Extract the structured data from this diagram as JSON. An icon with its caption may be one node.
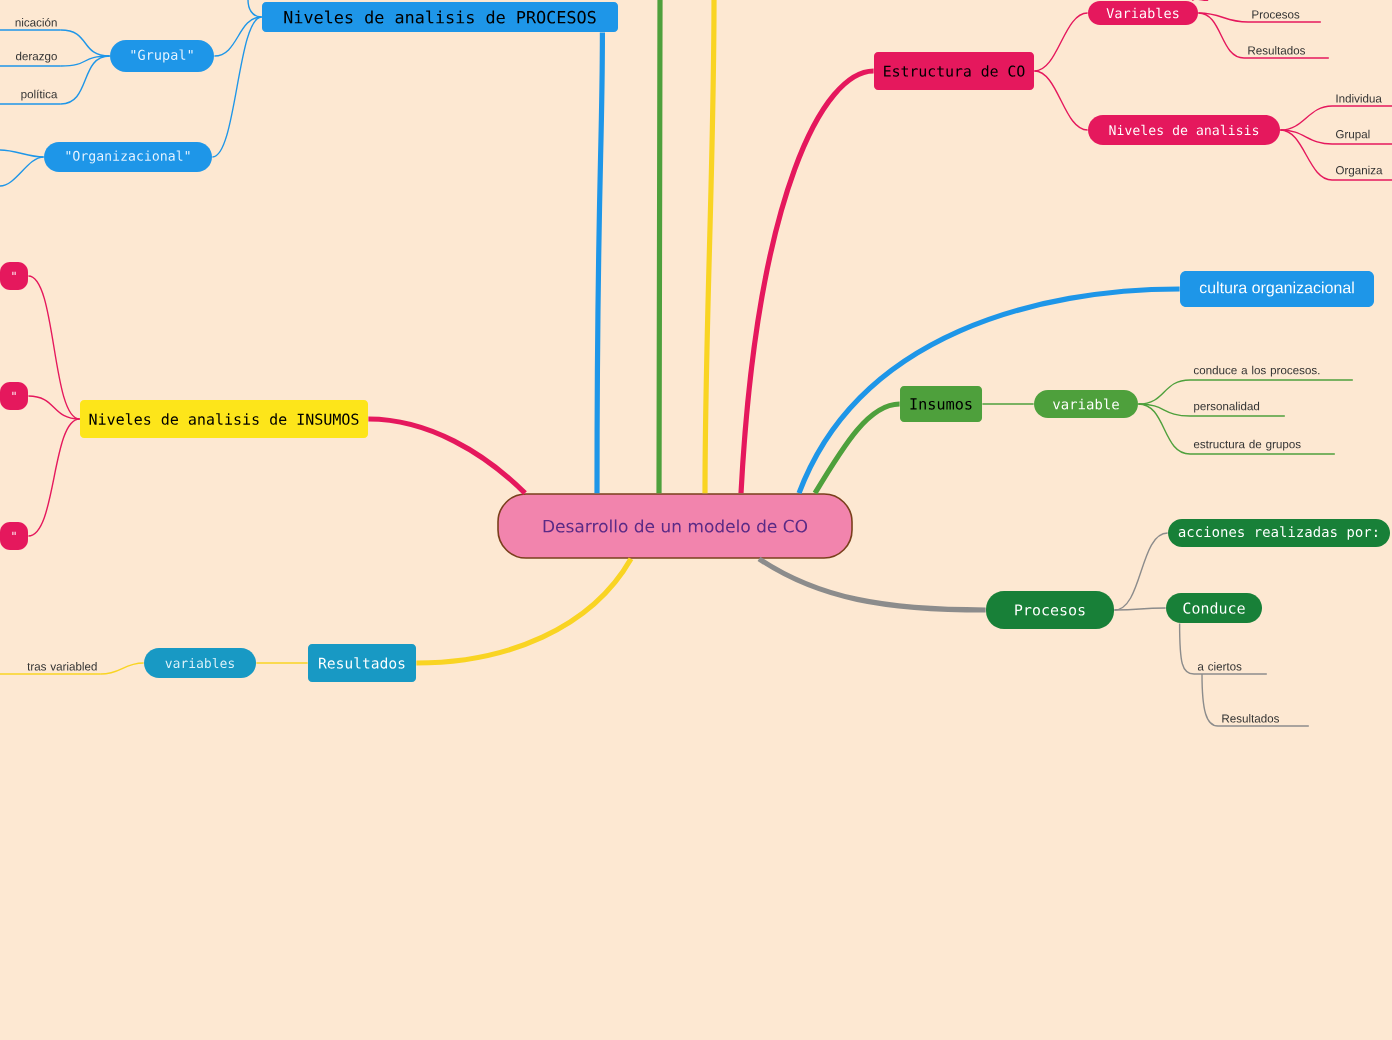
{
  "diagram": {
    "nodes": [
      {
        "text": [
          "Desarrollo de un modelo de CO"
        ]
      },
      {
        "text": [
          "Niveles de analisis de PROCESOS"
        ]
      },
      {
        "text": [
          "\"Grupal\""
        ]
      },
      {
        "text": [
          "nicación"
        ]
      },
      {
        "text": [
          "derazgo"
        ]
      },
      {
        "text": [
          "política"
        ]
      },
      {
        "text": [
          "\"Organizacional\""
        ]
      },
      {
        "text": [
          "Niveles de analisis de INSUMOS"
        ]
      },
      {
        "text": [
          "\""
        ]
      },
      {
        "text": [
          "\""
        ]
      },
      {
        "text": [
          "\""
        ]
      },
      {
        "text": [
          "Resultados"
        ]
      },
      {
        "text": [
          "variables"
        ]
      },
      {
        "text": [
          "tras variabled"
        ]
      },
      {
        "text": [
          "Estructura de CO"
        ]
      },
      {
        "text": [
          "Variables"
        ]
      },
      {
        "text": [
          "Procesos"
        ]
      },
      {
        "text": [
          "Resultados"
        ]
      },
      {
        "text": [
          "Niveles de analisis"
        ]
      },
      {
        "text": [
          "Individua"
        ]
      },
      {
        "text": [
          "Grupal"
        ]
      },
      {
        "text": [
          "Organiza"
        ]
      },
      {
        "text": [
          "cultura organizacional"
        ]
      },
      {
        "text": [
          "Insumos"
        ]
      },
      {
        "text": [
          "variable"
        ]
      },
      {
        "text": [
          "conduce a los procesos."
        ]
      },
      {
        "text": [
          "personalidad"
        ]
      },
      {
        "text": [
          "estructura de grupos"
        ]
      },
      {
        "text": [
          "Procesos"
        ]
      },
      {
        "text": [
          "acciones realizadas por:"
        ]
      },
      {
        "text": [
          "Conduce"
        ]
      },
      {
        "text": [
          "a ciertos"
        ]
      },
      {
        "text": [
          "Resultados"
        ]
      }
    ],
    "edges": [
      {
        "from": 0,
        "to": 1,
        "arrow": "none",
        "style": "thick",
        "color": "#1e96e8"
      },
      {
        "from": 1,
        "to": 2,
        "arrow": "none",
        "color": "#1e96e8"
      },
      {
        "from": 1,
        "to": 6,
        "arrow": "none",
        "color": "#1e96e8"
      },
      {
        "from": 1,
        "to": null,
        "arrow": "none",
        "color": "#1e96e8"
      },
      {
        "from": 2,
        "to": 3,
        "arrow": "none",
        "color": "#1e96e8"
      },
      {
        "from": 2,
        "to": 4,
        "arrow": "none",
        "color": "#1e96e8"
      },
      {
        "from": 2,
        "to": 5,
        "arrow": "none",
        "color": "#1e96e8"
      },
      {
        "from": 6,
        "to": null,
        "arrow": "none",
        "color": "#1e96e8"
      },
      {
        "from": 6,
        "to": null,
        "arrow": "none",
        "color": "#1e96e8"
      },
      {
        "from": 0,
        "to": 7,
        "arrow": "none",
        "style": "thick"
      },
      {
        "from": 7,
        "to": 8,
        "arrow": "none"
      },
      {
        "from": 7,
        "to": 9,
        "arrow": "none"
      },
      {
        "from": 7,
        "to": 10,
        "arrow": "none"
      },
      {
        "from": 0,
        "to": 11,
        "arrow": "none",
        "style": "thick",
        "color": "#f9d423"
      },
      {
        "from": 11,
        "to": 12,
        "arrow": "none",
        "color": "#f9d423"
      },
      {
        "from": 12,
        "to": 13,
        "arrow": "none",
        "color": "#f9d423"
      },
      {
        "from": 0,
        "to": null,
        "arrow": "none",
        "style": "thick",
        "color": "#4ea03c"
      },
      {
        "from": 0,
        "to": null,
        "arrow": "none",
        "style": "thick",
        "color": "#f9d423"
      },
      {
        "from": 0,
        "to": 14,
        "arrow": "none",
        "style": "thick"
      },
      {
        "from": 14,
        "to": 15,
        "arrow": "none"
      },
      {
        "from": 14,
        "to": 18,
        "arrow": "none"
      },
      {
        "from": 15,
        "to": null,
        "arrow": "none"
      },
      {
        "from": 15,
        "to": 16,
        "arrow": "none"
      },
      {
        "from": 15,
        "to": 17,
        "arrow": "none"
      },
      {
        "from": 18,
        "to": 19,
        "arrow": "none"
      },
      {
        "from": 18,
        "to": 20,
        "arrow": "none"
      },
      {
        "from": 18,
        "to": 21,
        "arrow": "none"
      },
      {
        "from": 0,
        "to": 22,
        "arrow": "none",
        "style": "thick",
        "color": "#1e96e8"
      },
      {
        "from": 0,
        "to": 23,
        "arrow": "none",
        "style": "thick",
        "color": "#4ea03c"
      },
      {
        "from": 23,
        "to": 24,
        "arrow": "none",
        "color": "#4ea03c"
      },
      {
        "from": 24,
        "to": 25,
        "arrow": "none",
        "color": "#4ea03c"
      },
      {
        "from": 24,
        "to": 26,
        "arrow": "none",
        "color": "#4ea03c"
      },
      {
        "from": 24,
        "to": 27,
        "arrow": "none",
        "color": "#4ea03c"
      },
      {
        "from": 0,
        "to": 28,
        "arrow": "none",
        "style": "thick",
        "color": "#8c8c8c"
      },
      {
        "from": 28,
        "to": 29,
        "arrow": "none",
        "color": "#8c8c8c"
      },
      {
        "from": 28,
        "to": 30,
        "arrow": "none",
        "color": "#8c8c8c"
      },
      {
        "from": 30,
        "to": 31,
        "arrow": "none",
        "color": "#8c8c8c"
      },
      {
        "from": 31,
        "to": 32,
        "arrow": "none",
        "color": "#8c8c8c"
      }
    ]
  }
}
